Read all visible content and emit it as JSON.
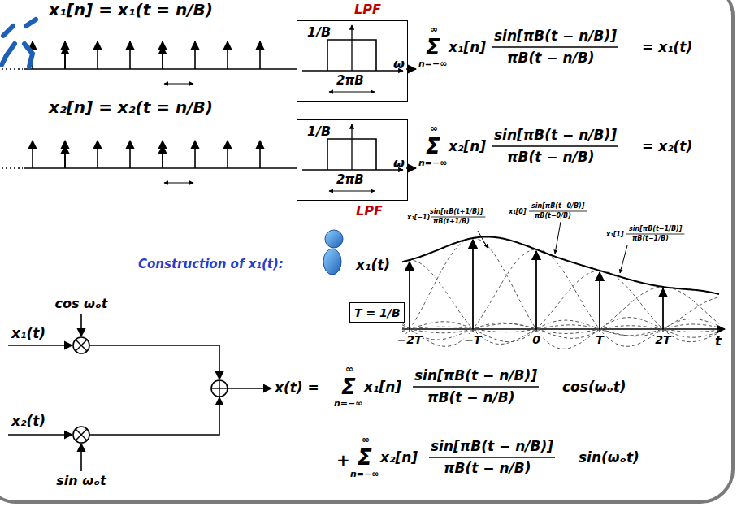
{
  "diagram": {
    "nodes": [
      {
        "text": [
          "LPF",
          "1/B",
          "2πB",
          "ω"
        ]
      },
      {
        "text": [
          "LPF",
          "1/B",
          "2πB",
          "ω"
        ]
      },
      {
        "text": [
          "T = 1/B"
        ]
      }
    ],
    "labels": [
      "x₁[n] = x₁(t = n/B)",
      "∞",
      "Σ",
      "n=−∞",
      "x₁[n]",
      "sin[πB(t − n/B)]",
      "πB(t − n/B)",
      "= x₁(t)",
      "x₂[n] = x₂(t = n/B)",
      "∞",
      "Σ",
      "n=−∞",
      "x₂[n]",
      "sin[πB(t − n/B)]",
      "πB(t − n/B)",
      "= x₂(t)",
      "Construction of x₁(t):",
      "x₁(t)",
      "x₁[−1]",
      "sin[πB(t+1/B)]",
      "πB(t+1/B)",
      "x₁[0]",
      "sin[πB(t−0/B)]",
      "πB(t−0/B)",
      "x₁[1]",
      "sin[πB(t−1/B)]",
      "πB(t−1/B)",
      "−2T",
      "−T",
      "0",
      "T",
      "2T",
      "t",
      "cos ωₒt",
      "x₁(t)",
      "x₂(t)",
      "sin ωₒt",
      "x(t) =",
      "∞",
      "Σ",
      "n=−∞",
      "x₁[n]",
      "sin[πB(t − n/B)]",
      "πB(t − n/B)",
      "cos(ωₒt)",
      "+",
      "∞",
      "Σ",
      "n=−∞",
      "x₂[n]",
      "sin[πB(t − n/B)]",
      "πB(t − n/B)",
      "sin(ωₒt)"
    ]
  }
}
